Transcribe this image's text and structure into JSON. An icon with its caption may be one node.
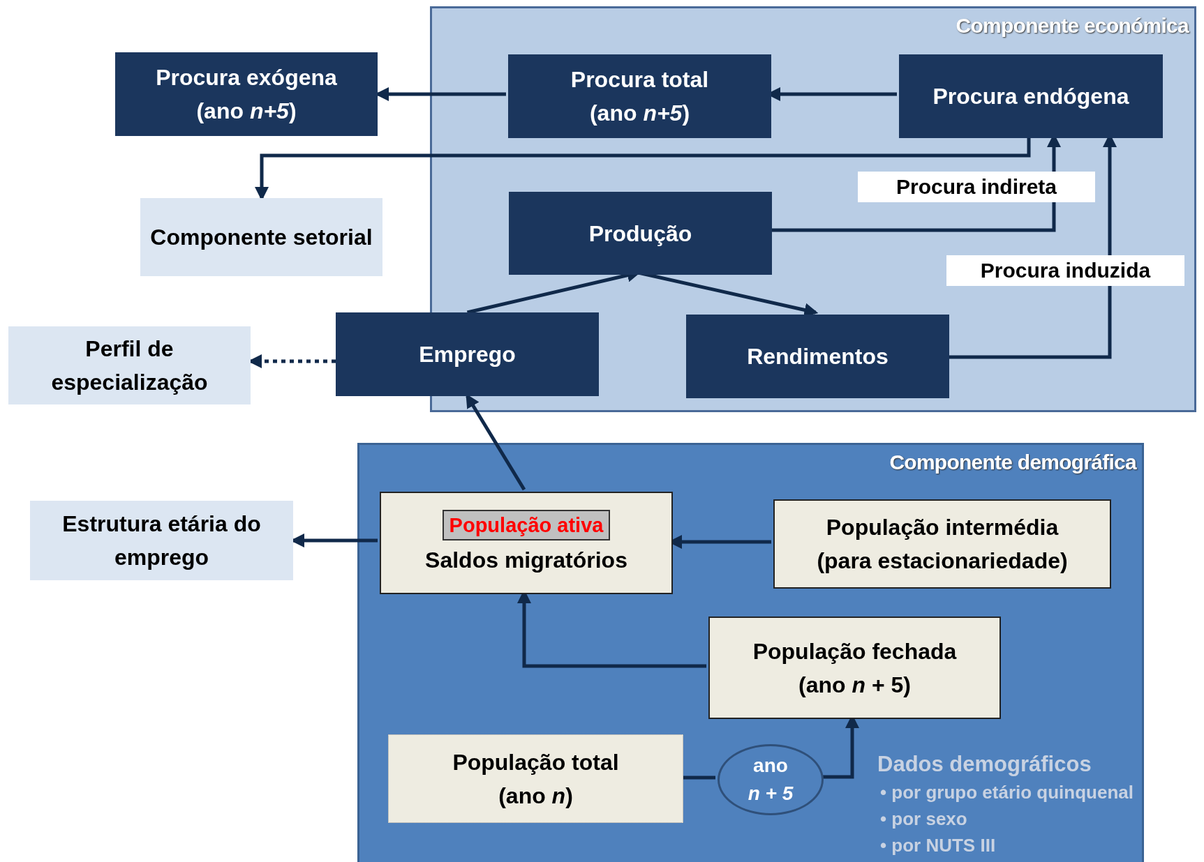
{
  "diagram": {
    "nodes": [
      {
        "text": [
          "Componente económica"
        ]
      },
      {
        "text": [
          "Procura exógena",
          "(ano *n+5*)"
        ]
      },
      {
        "text": [
          "Procura total",
          "(ano *n+5*)"
        ],
        "in": 0
      },
      {
        "text": [
          "Procura endógena"
        ],
        "in": 0
      },
      {
        "text": [
          "Componente setorial"
        ]
      },
      {
        "text": [
          "Produção"
        ],
        "in": 0
      },
      {
        "text": [
          "Emprego"
        ]
      },
      {
        "text": [
          "Rendimentos"
        ],
        "in": 0
      },
      {
        "text": [
          "Perfil de especialização"
        ]
      },
      {
        "text": [
          "Componente demográfica"
        ]
      },
      {
        "text": [
          "Estrutura etária do emprego"
        ]
      },
      {
        "text": [
          "População ativa",
          "Saldos migratórios"
        ],
        "in": 9
      },
      {
        "text": [
          "População intermédia",
          "(para estacionariedade)"
        ],
        "in": 9
      },
      {
        "text": [
          "População fechada",
          "(ano *n* + 5)"
        ],
        "in": 9
      },
      {
        "text": [
          "População total",
          "(ano *n*)"
        ],
        "in": 9
      },
      {
        "text": [
          "ano",
          "*n + 5*"
        ],
        "in": 9
      }
    ],
    "edges": [
      {
        "from": 2,
        "to": 1,
        "arrow": "to"
      },
      {
        "from": 3,
        "to": 2,
        "arrow": "to"
      },
      {
        "from": 3,
        "to": 4,
        "arrow": "to"
      },
      {
        "from": 5,
        "to": 3,
        "arrow": "to",
        "label": "Procura indireta"
      },
      {
        "from": 7,
        "to": 3,
        "arrow": "to",
        "label": "Procura induzida"
      },
      {
        "from": 6,
        "to": 5,
        "arrow": "to"
      },
      {
        "from": 5,
        "to": 7,
        "arrow": "to"
      },
      {
        "from": 6,
        "to": 8,
        "arrow": "to",
        "style": "dashed"
      },
      {
        "from": 11,
        "to": 6,
        "arrow": "to"
      },
      {
        "from": 11,
        "to": 10,
        "arrow": "to"
      },
      {
        "from": 12,
        "to": 11,
        "arrow": "to"
      },
      {
        "from": 13,
        "to": 11,
        "arrow": "to"
      },
      {
        "from": 14,
        "to": 15,
        "arrow": "none"
      },
      {
        "from": 15,
        "to": 13,
        "arrow": "to"
      }
    ],
    "labels": [
      "Dados demográficos",
      "• por grupo etário quinquenal",
      "• por sexo",
      "• por NUTS III"
    ]
  }
}
